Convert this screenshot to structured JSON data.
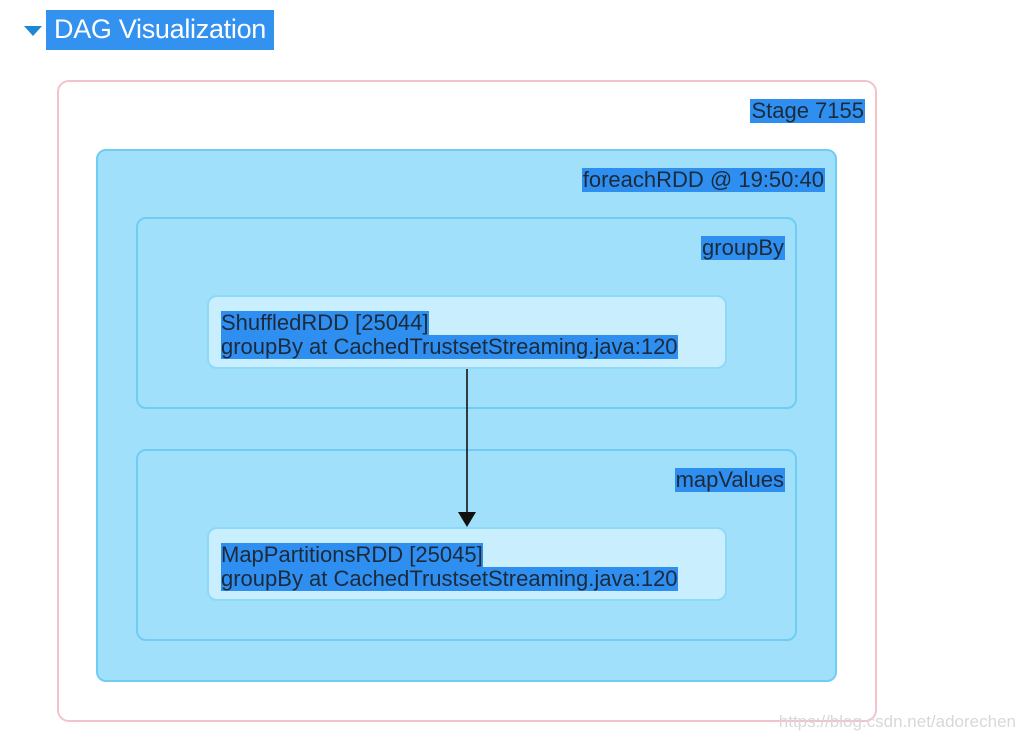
{
  "header": {
    "title": "DAG Visualization"
  },
  "stage": {
    "label": "Stage 7155"
  },
  "rdd_scope": {
    "label": "foreachRDD @ 19:50:40"
  },
  "operations": [
    {
      "label": "groupBy",
      "node": {
        "name": "ShuffledRDD [25044]",
        "callsite": "groupBy at CachedTrustsetStreaming.java:120"
      }
    },
    {
      "label": "mapValues",
      "node": {
        "name": "MapPartitionsRDD [25045]",
        "callsite": "groupBy at CachedTrustsetStreaming.java:120"
      }
    }
  ],
  "edges": [
    {
      "from": "ShuffledRDD [25044]",
      "to": "MapPartitionsRDD [25045]"
    }
  ],
  "watermark": "https://blog.csdn.net/adorechen",
  "colors": {
    "title_bg": "#3391f0",
    "stage_border": "#f4c2cb",
    "scope_fill": "#a1e0fb",
    "scope_border": "#6fcdf3",
    "node_fill": "#c9efff",
    "label_highlight": "#2e8ff0"
  }
}
